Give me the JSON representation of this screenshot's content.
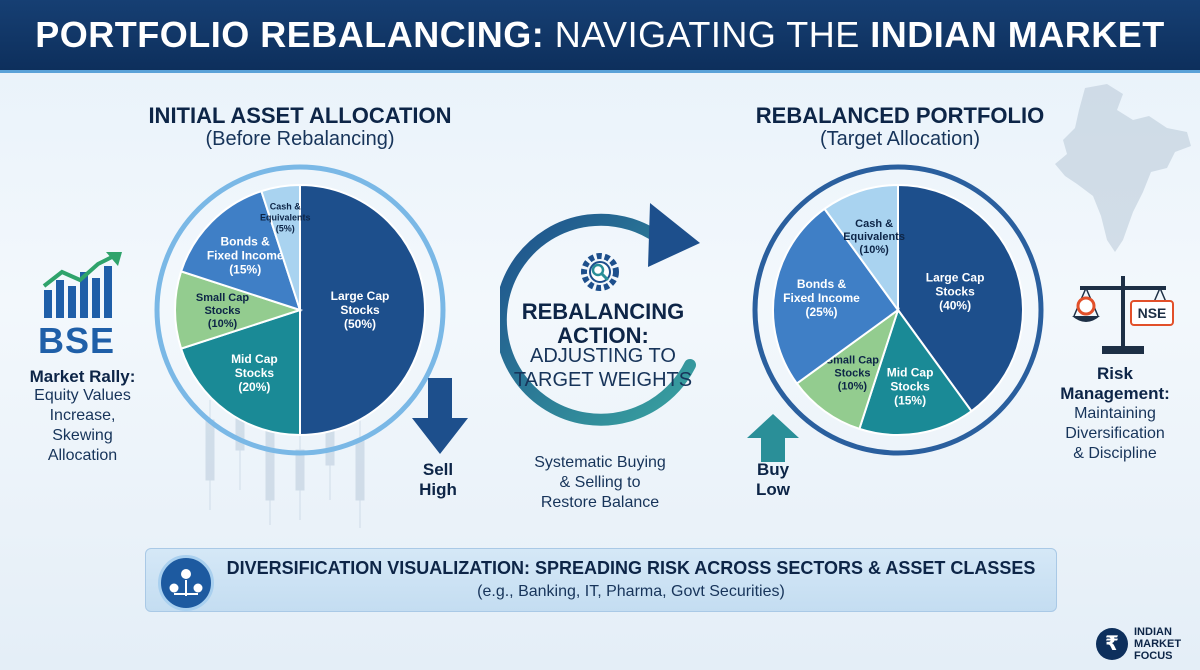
{
  "header": {
    "title_bold_1": "PORTFOLIO REBALANCING:",
    "title_light": " NAVIGATING THE ",
    "title_bold_2": "INDIAN MARKET"
  },
  "colors": {
    "large_cap": "#1d4f8c",
    "mid_cap": "#1a8a96",
    "small_cap": "#93cc8f",
    "bonds": "#3f7fc6",
    "cash": "#a9d3f0",
    "header_bg": "#0d2f5c",
    "accent": "#5aa2d8"
  },
  "left": {
    "title": "INITIAL ASSET ALLOCATION",
    "subtitle": "(Before Rebalancing)"
  },
  "right": {
    "title": "REBALANCED PORTFOLIO",
    "subtitle": "(Target Allocation)"
  },
  "chart_data": [
    {
      "type": "pie",
      "title": "INITIAL ASSET ALLOCATION",
      "subtitle": "(Before Rebalancing)",
      "slices": [
        {
          "name": "Large Cap Stocks",
          "label_lines": [
            "Large Cap",
            "Stocks",
            "(50%)"
          ],
          "value": 50
        },
        {
          "name": "Mid Cap Stocks",
          "label_lines": [
            "Mid Cap",
            "Stocks",
            "(20%)"
          ],
          "value": 20
        },
        {
          "name": "Small Cap Stocks",
          "label_lines": [
            "Small Cap",
            "Stocks",
            "(10%)"
          ],
          "value": 10
        },
        {
          "name": "Bonds & Fixed Income",
          "label_lines": [
            "Bonds &",
            "Fixed Income",
            "(15%)"
          ],
          "value": 15
        },
        {
          "name": "Cash & Equivalents",
          "label_lines": [
            "Cash &",
            "Equivalents",
            "(5%)"
          ],
          "value": 5
        }
      ]
    },
    {
      "type": "pie",
      "title": "REBALANCED PORTFOLIO",
      "subtitle": "(Target Allocation)",
      "slices": [
        {
          "name": "Large Cap Stocks",
          "label_lines": [
            "Large Cap",
            "Stocks",
            "(40%)"
          ],
          "value": 40
        },
        {
          "name": "Mid Cap Stocks",
          "label_lines": [
            "Mid Cap",
            "Stocks",
            "(15%)"
          ],
          "value": 15
        },
        {
          "name": "Small Cap Stocks",
          "label_lines": [
            "Small Cap",
            "Stocks",
            "(10%)"
          ],
          "value": 10
        },
        {
          "name": "Bonds & Fixed Income",
          "label_lines": [
            "Bonds &",
            "Fixed Income",
            "(25%)"
          ],
          "value": 25
        },
        {
          "name": "Cash & Equivalents",
          "label_lines": [
            "Cash &",
            "Equivalents",
            "(10%)"
          ],
          "value": 10
        }
      ]
    }
  ],
  "center": {
    "title_lines": [
      "REBALANCING",
      "ACTION:"
    ],
    "sub_lines": [
      "ADJUSTING TO",
      "TARGET WEIGHTS"
    ],
    "caption_lines": [
      "Systematic Buying",
      "& Selling to",
      "Restore Balance"
    ],
    "icon": "gear-magnifier-icon"
  },
  "sell": {
    "lines": [
      "Sell",
      "High"
    ],
    "icon": "down-arrow-icon"
  },
  "buy": {
    "lines": [
      "Buy",
      "Low"
    ],
    "icon": "up-arrow-icon"
  },
  "bse": {
    "logo_text": "BSE",
    "title_lines": [
      "Market Rally:"
    ],
    "body_lines": [
      "Equity Values",
      "Increase,",
      "Skewing",
      "Allocation"
    ]
  },
  "nse": {
    "logo_text": "NSE",
    "title_lines": [
      "Risk",
      "Management:"
    ],
    "body_lines": [
      "Maintaining",
      "Diversification",
      "& Discipline"
    ]
  },
  "banner": {
    "title": "DIVERSIFICATION VISUALIZATION: SPREADING RISK ACROSS SECTORS & ASSET CLASSES",
    "subtitle": "(e.g., Banking, IT, Pharma, Govt Securities)",
    "icon": "people-network-icon"
  },
  "brand": {
    "symbol": "₹",
    "lines": [
      "INDIAN",
      "MARKET",
      "FOCUS"
    ]
  }
}
